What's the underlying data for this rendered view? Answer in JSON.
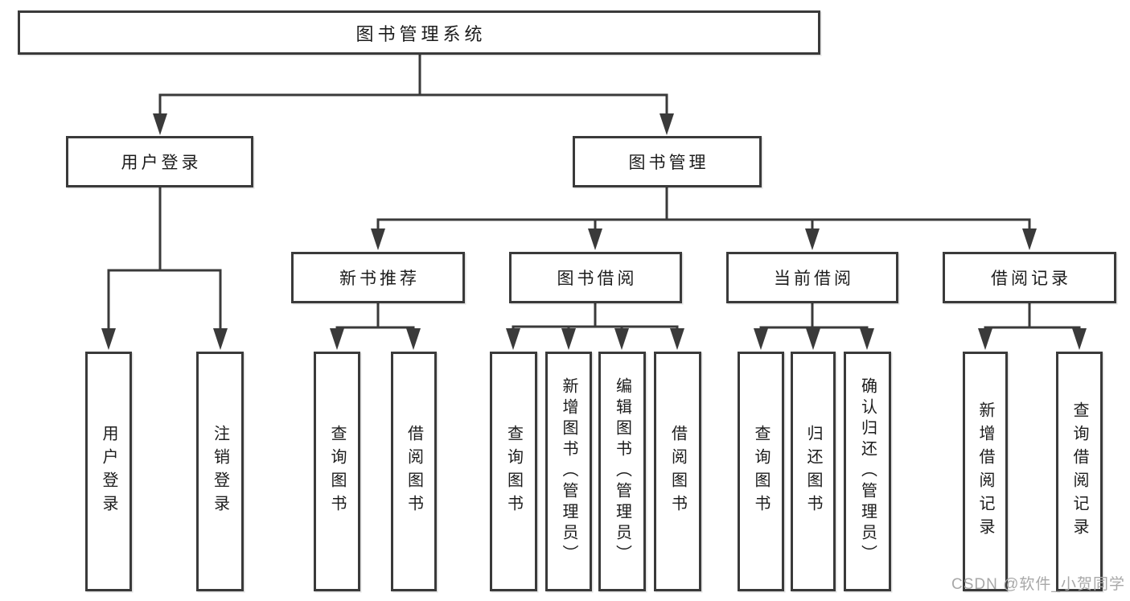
{
  "tree": {
    "root": {
      "label": "图书管理系统"
    },
    "children": [
      {
        "label": "用户登录",
        "children": [
          {
            "label": "用户登录"
          },
          {
            "label": "注销登录"
          }
        ]
      },
      {
        "label": "图书管理",
        "children": [
          {
            "label": "新书推荐",
            "children": [
              {
                "label": "查询图书"
              },
              {
                "label": "借阅图书"
              }
            ]
          },
          {
            "label": "图书借阅",
            "children": [
              {
                "label": "查询图书"
              },
              {
                "label": "新增图书（管理员）"
              },
              {
                "label": "编辑图书（管理员）"
              },
              {
                "label": "借阅图书"
              }
            ]
          },
          {
            "label": "当前借阅",
            "children": [
              {
                "label": "查询图书"
              },
              {
                "label": "归还图书"
              },
              {
                "label": "确认归还（管理员）"
              }
            ]
          },
          {
            "label": "借阅记录",
            "children": [
              {
                "label": "新增借阅记录"
              },
              {
                "label": "查询借阅记录"
              }
            ]
          }
        ]
      }
    ]
  },
  "watermark": {
    "text": "CSDN @软件_小贺同学"
  },
  "colors": {
    "line": "#3a3a3a",
    "text": "#1c1c1c",
    "background": "#ffffff",
    "watermark": "#a8a8a8"
  }
}
